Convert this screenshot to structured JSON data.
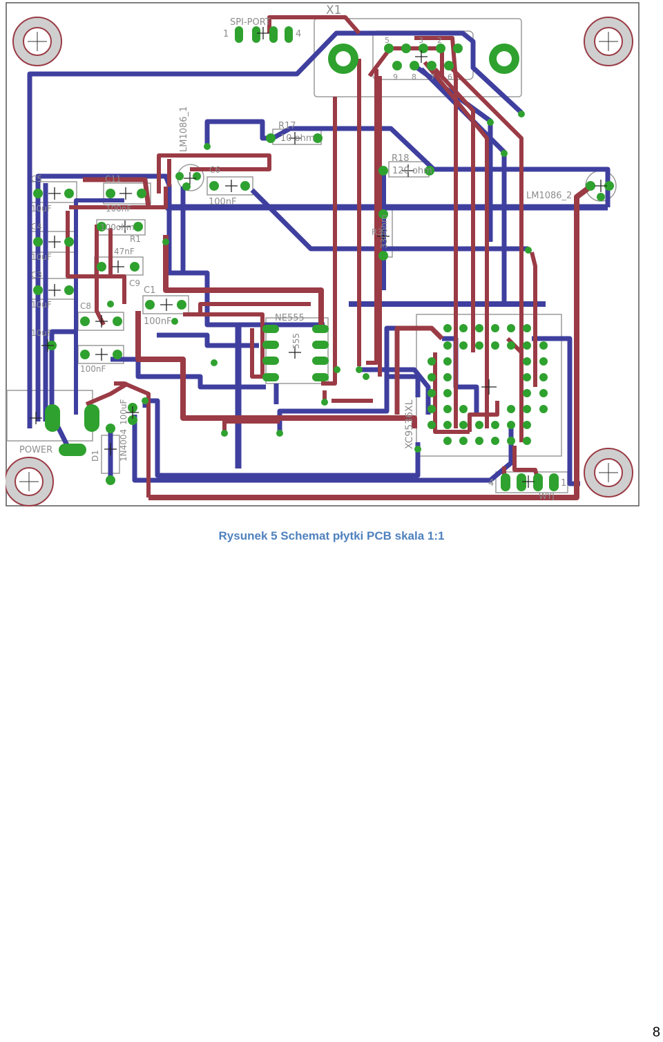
{
  "figure": {
    "caption": "Rysunek 5 Schemat płytki PCB skala 1:1",
    "page_number": "8"
  },
  "colors": {
    "bottom_trace": "#3f3f9f",
    "top_trace": "#9a3b45",
    "pad": "#2fa12f",
    "silkscreen": "#8c8c8c"
  },
  "pcb": {
    "labels": {
      "x1": "X1",
      "spi_port": "SPI-PORT",
      "spi_pin1": "1",
      "spi_pin4": "4",
      "db9_5": "5",
      "db9_3": "3",
      "db9_2": "2",
      "db9_9": "9",
      "db9_8": "8",
      "db9_7": "7",
      "db9_6": "6",
      "r17": "R17",
      "r17_val": "10 ohm",
      "r18": "R18",
      "r18_val": "120 ohm",
      "lm1086_1": "LM1086_1",
      "lm1086_2": "LM1086_2",
      "c5": "C5",
      "c5_val": "10uF",
      "c11": "C11",
      "c11_val": "100nF",
      "c4": "C4",
      "c4_val": "10uF",
      "r_100": "100ohm",
      "r1": "R1",
      "c3": "C3",
      "c3_val": "10uF",
      "c47": "47nF",
      "c9": "C9",
      "c1": "C1",
      "c1_val": "100nF",
      "c6": "C6",
      "c6_val": "100nF",
      "c8": "C8",
      "c_left": "10uF",
      "c_bot": "100nF",
      "ne555": "NE555",
      "ic555": "555",
      "r3": "R3",
      "r3_val": "330ohm",
      "xc": "XC9536XL",
      "power": "POWER",
      "d1": "D1",
      "diode": "1N4004",
      "c100u": "100uF",
      "wyj": "WYJ",
      "wyj_pin4": "4",
      "wyj_pin1": "1"
    }
  }
}
